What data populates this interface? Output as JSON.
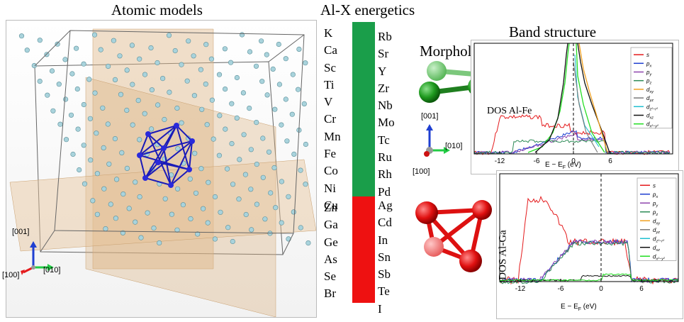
{
  "headings": {
    "atomic_models": "Atomic models",
    "energetics": "Al-X energetics",
    "band_structure": "Band structure",
    "morphology": "Morphology"
  },
  "atomic_axes": {
    "z": "[001]",
    "x": "[100]",
    "y": "[010]"
  },
  "morph_axes": {
    "z": "[001]",
    "x": "[100]",
    "y": "[010]"
  },
  "energetics": {
    "left_green": [
      "K",
      "Ca",
      "Sc",
      "Ti",
      "V",
      "Cr",
      "Mn",
      "Fe",
      "Co",
      "Ni",
      "Cu"
    ],
    "right_green": [
      "Rb",
      "Sr",
      "Y",
      "Zr",
      "Nb",
      "Mo",
      "Tc",
      "Ru",
      "Rh",
      "Pd"
    ],
    "left_red": [
      "Zn",
      "Ga",
      "Ge",
      "As",
      "Se",
      "Br"
    ],
    "right_red": [
      "Ag",
      "Cd",
      "In",
      "Sn",
      "Sb",
      "Te",
      "I"
    ],
    "colors": {
      "favorable": "#1a9e4a",
      "unfavorable": "#ee1111"
    }
  },
  "dos_fe": {
    "label": "DOS Al-Fe",
    "xlabel": "E − E",
    "xlabel_sub": "F",
    "xlabel_unit": " (eV)",
    "ticks": [
      "-12",
      "-6",
      "0",
      "6"
    ]
  },
  "dos_ga": {
    "label": "DOS Al-Ga",
    "xlabel": "E − E",
    "xlabel_sub": "F",
    "xlabel_unit": " (eV)",
    "ticks": [
      "-12",
      "-6",
      "0",
      "6"
    ]
  },
  "legend": [
    {
      "name": "s",
      "sub": "",
      "color": "#e41a1c"
    },
    {
      "name": "p",
      "sub": "x",
      "color": "#1f3fd1"
    },
    {
      "name": "p",
      "sub": "y",
      "color": "#8e44ad"
    },
    {
      "name": "p",
      "sub": "z",
      "color": "#2e8b57"
    },
    {
      "name": "d",
      "sub": "xy",
      "color": "#f0a020"
    },
    {
      "name": "d",
      "sub": "yz",
      "color": "#7a7a7a"
    },
    {
      "name": "d",
      "sub": "z²−r²",
      "color": "#20c0d0"
    },
    {
      "name": "d",
      "sub": "xz",
      "color": "#111111"
    },
    {
      "name": "d",
      "sub": "x²−y²",
      "color": "#22dd22"
    }
  ]
}
